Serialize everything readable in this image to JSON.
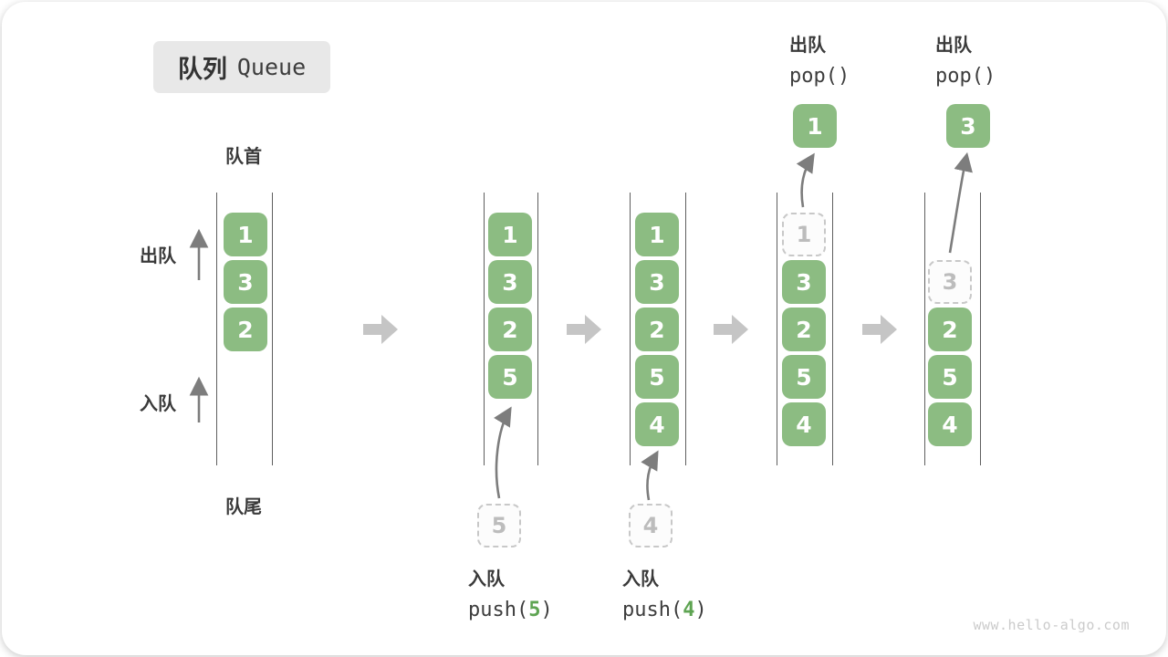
{
  "title": {
    "zh": "队列",
    "en": "Queue"
  },
  "labels": {
    "front": "队首",
    "rear": "队尾",
    "dequeue": "出队",
    "enqueue": "入队"
  },
  "ops": {
    "push5": {
      "zh": "入队",
      "pre": "push(",
      "arg": "5",
      "post": ")"
    },
    "push4": {
      "zh": "入队",
      "pre": "push(",
      "arg": "4",
      "post": ")"
    },
    "pop1": {
      "zh": "出队",
      "fn": "pop()"
    },
    "pop2": {
      "zh": "出队",
      "fn": "pop()"
    }
  },
  "queues": {
    "q1": {
      "cells": [
        "1",
        "3",
        "2"
      ]
    },
    "q2": {
      "cells": [
        "1",
        "3",
        "2",
        "5"
      ],
      "incoming": "5"
    },
    "q3": {
      "cells": [
        "1",
        "3",
        "2",
        "5",
        "4"
      ],
      "incoming": "4"
    },
    "q4": {
      "ghost": "1",
      "cells": [
        "3",
        "2",
        "5",
        "4"
      ],
      "popped": "1"
    },
    "q5": {
      "ghost": "3",
      "cells": [
        "2",
        "5",
        "4"
      ],
      "popped": "3"
    }
  },
  "watermark": "www.hello-algo.com",
  "colors": {
    "green": "#8cbc82",
    "accent-digit": "#5ea452",
    "arrow-gray": "#c5c5c5",
    "line-gray": "#7d7d7d"
  }
}
